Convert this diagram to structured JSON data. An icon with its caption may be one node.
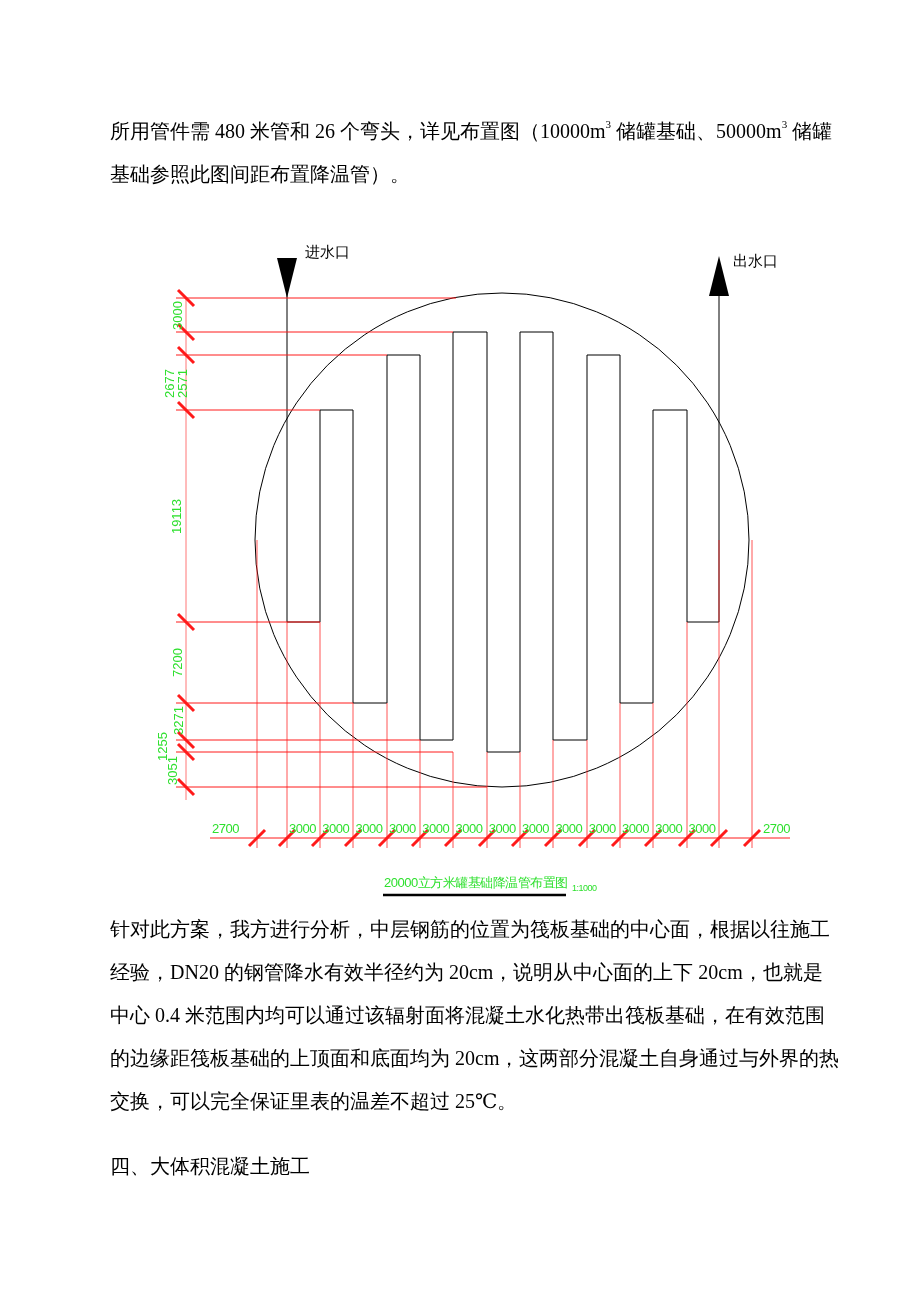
{
  "diagram": {
    "labels": [
      "所用管件需 480 米管和 26 个弯头，详见布置图（10000m$^{3}$ 储罐基础、50000m$^{3}$ 储罐基础参照此图间距布置降温管）。",
      "进水口",
      "出水口",
      "3000",
      "2677",
      "2571",
      "19113",
      "7200",
      "3271",
      "1255",
      "3051",
      "2700",
      "3000",
      "3000",
      "3000",
      "3000",
      "3000",
      "3000",
      "3000",
      "3000",
      "3000",
      "3000",
      "3000",
      "3000",
      "3000",
      "2700",
      "20000立方米罐基础降温管布置图",
      "1:1000",
      "针对此方案，我方进行分析，中层钢筋的位置为筏板基础的中心面，根据以往施工经验，DN20 的钢管降水有效半径约为 20cm，说明从中心面的上下 20cm，也就是中心 0.4 米范围内均可以通过该辐射面将混凝土水化热带出筏板基础，在有效范围的边缘距筏板基础的上顶面和底面均为 20cm，这两部分混凝土自身通过与外界的热交换，可以完全保证里表的温差不超过 25℃。",
      "四、大体积混凝土施工"
    ]
  }
}
